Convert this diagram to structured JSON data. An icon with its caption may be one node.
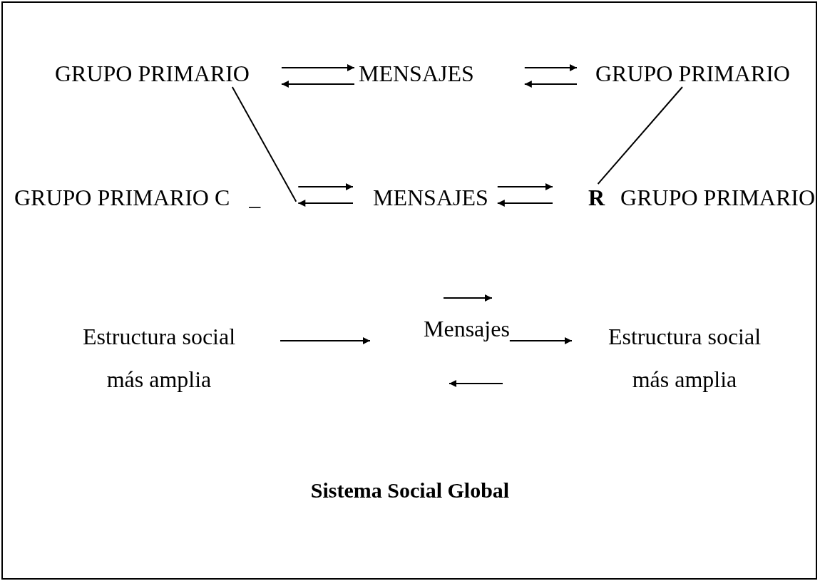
{
  "diagram": {
    "caption": "Sistema Social Global",
    "nodes": [
      {
        "text": [
          "GRUPO PRIMARIO"
        ]
      },
      {
        "text": [
          "MENSAJES"
        ]
      },
      {
        "text": [
          "GRUPO PRIMARIO"
        ]
      },
      {
        "text": [
          "GRUPO PRIMARIO C",
          "_"
        ]
      },
      {
        "text": [
          "MENSAJES"
        ]
      },
      {
        "text": [
          "R",
          "GRUPO PRIMARIO"
        ]
      },
      {
        "text": [
          "Estructura social más amplia"
        ]
      },
      {
        "text": [
          "Mensajes"
        ]
      },
      {
        "text": [
          "Estructura social más amplia"
        ]
      }
    ],
    "edges": [
      {
        "from": 0,
        "to": 1,
        "arrow": "to"
      },
      {
        "from": 1,
        "to": 0,
        "arrow": "to"
      },
      {
        "from": 1,
        "to": 2,
        "arrow": "to"
      },
      {
        "from": 2,
        "to": 1,
        "arrow": "to"
      },
      {
        "from": 3,
        "to": 4,
        "arrow": "to"
      },
      {
        "from": 4,
        "to": 3,
        "arrow": "to"
      },
      {
        "from": 4,
        "to": 5,
        "arrow": "to"
      },
      {
        "from": 5,
        "to": 4,
        "arrow": "to"
      },
      {
        "from": 0,
        "to": 3,
        "arrow": "none"
      },
      {
        "from": 2,
        "to": 5,
        "arrow": "none"
      },
      {
        "from": 6,
        "to": 7,
        "arrow": "to"
      },
      {
        "from": 7,
        "to": 8,
        "arrow": "to"
      }
    ]
  }
}
